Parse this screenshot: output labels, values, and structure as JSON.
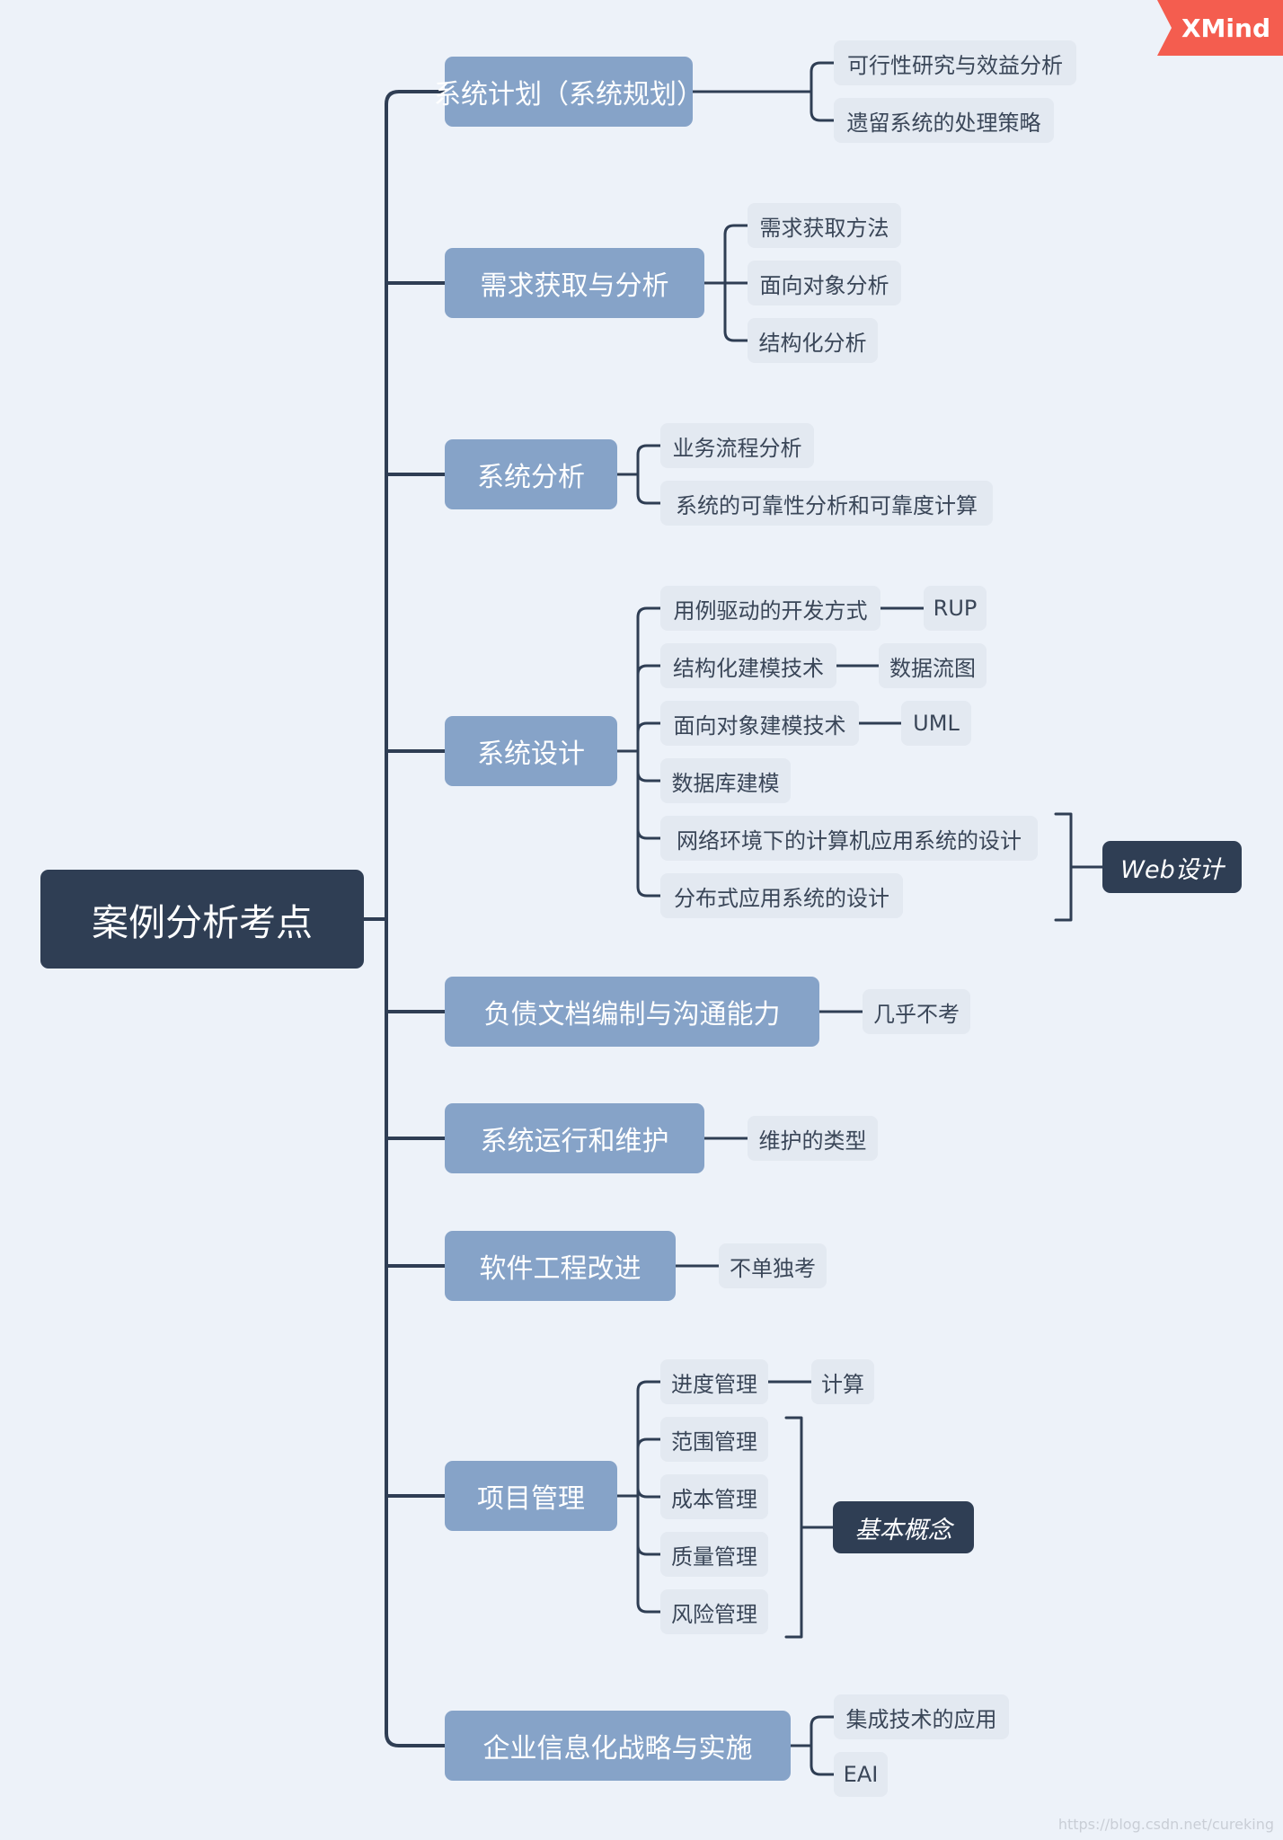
{
  "brand": "XMind",
  "watermark": "https://blog.csdn.net/cureking",
  "colors": {
    "line": "#2f3e54",
    "central": "#2f3e54",
    "main": "#86a3c8",
    "sub": "#e3e9f1"
  },
  "central": "案例分析考点",
  "topics": [
    {
      "label": "系统计划（系统规划）",
      "children": [
        {
          "label": "可行性研究与效益分析"
        },
        {
          "label": "遗留系统的处理策略"
        }
      ]
    },
    {
      "label": "需求获取与分析",
      "children": [
        {
          "label": "需求获取方法"
        },
        {
          "label": "面向对象分析"
        },
        {
          "label": "结构化分析"
        }
      ]
    },
    {
      "label": "系统分析",
      "children": [
        {
          "label": "业务流程分析"
        },
        {
          "label": "系统的可靠性分析和可靠度计算"
        }
      ]
    },
    {
      "label": "系统设计",
      "children": [
        {
          "label": "用例驱动的开发方式",
          "child": "RUP"
        },
        {
          "label": "结构化建模技术",
          "child": "数据流图"
        },
        {
          "label": "面向对象建模技术",
          "child": "UML"
        },
        {
          "label": "数据库建模"
        },
        {
          "label": "网络环境下的计算机应用系统的设计"
        },
        {
          "label": "分布式应用系统的设计"
        }
      ],
      "summary": "Web设计"
    },
    {
      "label": "负债文档编制与沟通能力",
      "children": [
        {
          "label": "几乎不考"
        }
      ]
    },
    {
      "label": "系统运行和维护",
      "children": [
        {
          "label": "维护的类型"
        }
      ]
    },
    {
      "label": "软件工程改进",
      "children": [
        {
          "label": "不单独考"
        }
      ]
    },
    {
      "label": "项目管理",
      "children": [
        {
          "label": "进度管理",
          "child": "计算"
        },
        {
          "label": "范围管理"
        },
        {
          "label": "成本管理"
        },
        {
          "label": "质量管理"
        },
        {
          "label": "风险管理"
        }
      ],
      "summary": "基本概念"
    },
    {
      "label": "企业信息化战略与实施",
      "children": [
        {
          "label": "集成技术的应用"
        },
        {
          "label": "EAI"
        }
      ]
    }
  ]
}
